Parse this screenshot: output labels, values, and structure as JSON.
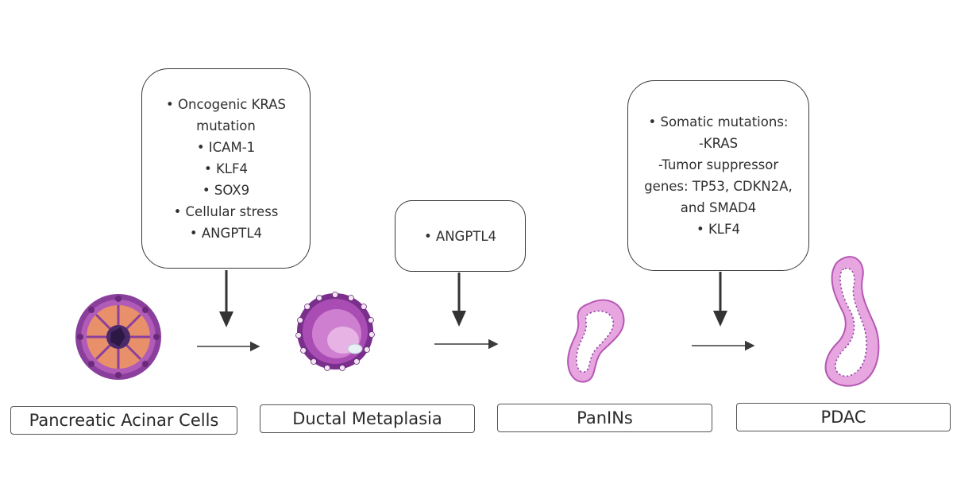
{
  "callouts": [
    {
      "lines": [
        "• Oncogenic KRAS",
        "mutation",
        "• ICAM-1",
        "• KLF4",
        "• SOX9",
        "• Cellular stress",
        "• ANGPTL4"
      ]
    },
    {
      "lines": [
        "• ANGPTL4"
      ]
    },
    {
      "lines": [
        "• Somatic mutations:",
        "-KRAS",
        "-Tumor suppressor",
        "genes: TP53, CDKN2A,",
        "and SMAD4",
        "• KLF4"
      ]
    }
  ],
  "stages": [
    {
      "label": "Pancreatic Acinar Cells"
    },
    {
      "label": "Ductal Metaplasia"
    },
    {
      "label": "PanINs"
    },
    {
      "label": "PDAC"
    }
  ],
  "colors": {
    "tissue_purple": "#8a3f9c",
    "tissue_pink": "#e7a6e0",
    "acinar_orange": "#e8906a",
    "outline": "#3a3a3a"
  }
}
